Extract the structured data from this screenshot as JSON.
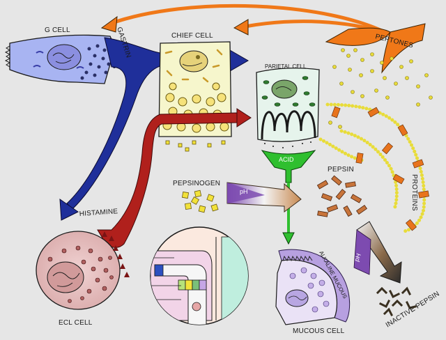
{
  "labels": {
    "g_cell": "G CELL",
    "gastrin": "GASTRIN",
    "chief_cell": "CHIEF CELL",
    "parietal_cell": "PARIETAL CELL",
    "peptones": "PEPTONES",
    "proteins": "PROTEINS",
    "acid": "ACID",
    "pepsin": "PEPSIN",
    "pepsinogen": "PEPSINOGEN",
    "ph_top": "pH",
    "ph_bottom": "pH",
    "histamine": "HISTAMINE",
    "ecl_cell": "ECL CELL",
    "alkaline_mucous": "ALKALINE MUCOUS",
    "mucous_cell": "MUCOUS CELL",
    "inactive_pepsin": "INACTIVE PEPSIN"
  },
  "colors": {
    "background": "#e6e6e6",
    "gastrin_arrow": "#1f2f9a",
    "histamine_arrow": "#b0201c",
    "peptone_arrow": "#f07818",
    "acid": "#2fbf2f",
    "pepsin": "#c8743a",
    "pepsinogen": "#f2e23a",
    "protein_chain": "#e8dc3a",
    "protein_marker": "#e8731c",
    "mucous": "#b7a0e0",
    "ecl_cell": "#e6c2c2",
    "g_cell": "#a8b4f2",
    "chief_cell": "#f6f6cc",
    "parietal_cell": "#e6f4ec"
  }
}
